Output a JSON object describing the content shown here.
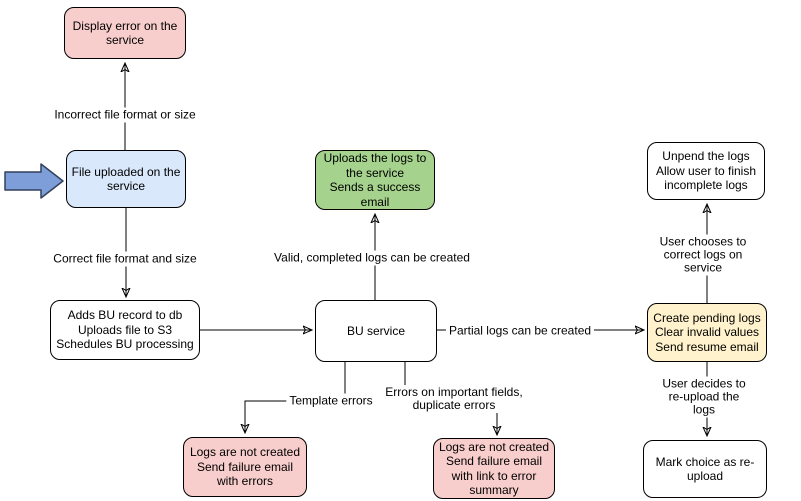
{
  "nodes": {
    "display_error": {
      "label": "Display error on the\nservice",
      "fill": "#F8CECC"
    },
    "file_uploaded": {
      "label": "File uploaded on the\nservice",
      "fill": "#DAE8FC"
    },
    "adds_bu_record": {
      "label": "Adds BU record to db\nUploads file to S3\nSchedules BU processing",
      "fill": "#FFFFFF"
    },
    "uploads_logs": {
      "label": "Uploads the logs to\nthe service\nSends a success\nemail",
      "fill": "#A5D28C"
    },
    "bu_service": {
      "label": "BU service",
      "fill": "#FFFFFF"
    },
    "logs_not_created_errors": {
      "label": "Logs are not created\nSend failure email\nwith errors",
      "fill": "#F8CECC"
    },
    "logs_not_created_summary": {
      "label": "Logs are not created\nSend failure email\nwith link to error\nsummary",
      "fill": "#F8CECC"
    },
    "unpend_logs": {
      "label": "Unpend the logs\nAllow user to finish\nincomplete logs",
      "fill": "#FFFFFF"
    },
    "create_pending_logs": {
      "label": "Create pending logs\nClear invalid values\nSend resume email",
      "fill": "#FFF2CC"
    },
    "mark_reupload": {
      "label": "Mark choice as re-\nupload",
      "fill": "#FFFFFF"
    }
  },
  "edge_labels": {
    "incorrect_format": "Incorrect file format or size",
    "correct_format": "Correct file format and size",
    "valid_logs": "Valid, completed logs can be created",
    "partial_logs": "Partial logs can be created",
    "template_errors": "Template errors",
    "field_errors": "Errors on important fields,\nduplicate errors",
    "user_correct_on_service": "User chooses to correct logs on service",
    "user_reupload": "User decides to re-upload the logs"
  },
  "icons": {
    "start_arrow": "block-arrow-right"
  },
  "colors": {
    "node_border": "#000000",
    "connector": "#000000",
    "start_arrow_fill": "#7D9ED8",
    "start_arrow_border": "#33415C",
    "pink": "#F8CECC",
    "blue": "#DAE8FC",
    "green": "#A5D28C",
    "yellow": "#FFF2CC",
    "white": "#FFFFFF"
  }
}
